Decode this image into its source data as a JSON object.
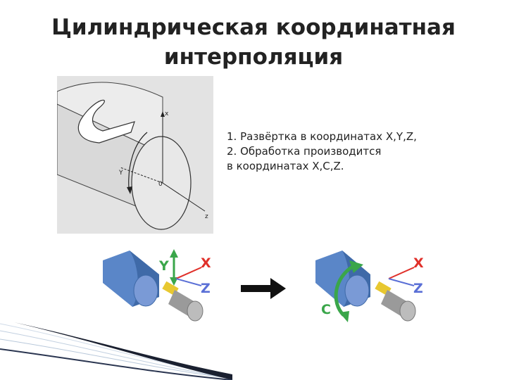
{
  "title": {
    "line1": "Цилиндрическая  координатная",
    "line2": "интерполяция"
  },
  "notes": [
    "1. Развёртка в координатах X,Y,Z,",
    "2. Обработка производится",
    "в координатах X,C,Z."
  ],
  "top_figure": {
    "axis_x": "x",
    "axis_y": "Y",
    "axis_z": "z",
    "origin": "0"
  },
  "bottom_left": {
    "y": "Y",
    "x": "X",
    "z": "Z"
  },
  "bottom_right": {
    "c": "C",
    "x": "X",
    "z": "Z"
  },
  "colors": {
    "title": "#222222",
    "axis_red": "#e0302a",
    "axis_green": "#3aa64a",
    "axis_blue": "#5a6fd6",
    "cylinder_blue": "#5a86c8",
    "tool_yellow": "#e8c830"
  },
  "icons": {
    "arrow": "right-arrow-icon"
  }
}
